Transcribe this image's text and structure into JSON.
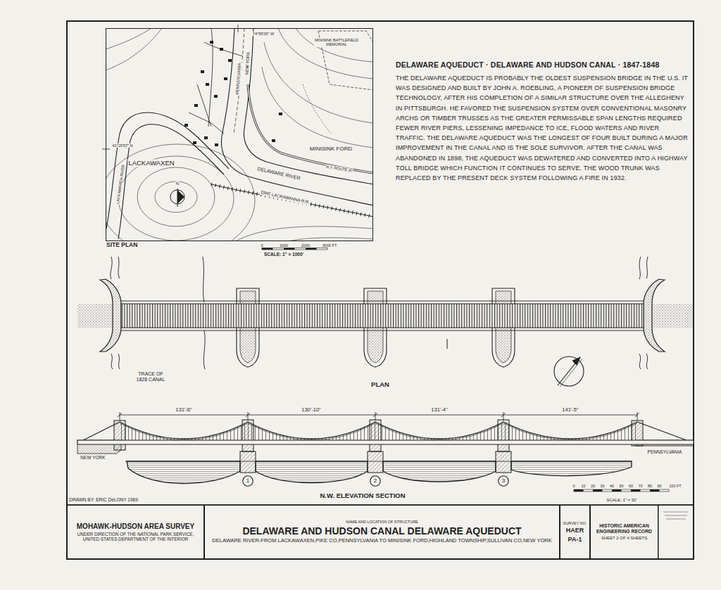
{
  "diagram": {
    "title": "DELAWARE AQUEDUCT · DELAWARE AND HUDSON CANAL · 1847-1848",
    "nodes": [
      {
        "text": [
          "SITE PLAN"
        ]
      },
      {
        "text": [
          "MOHAWK-HUDSON AREA SURVEY",
          "UNDER DIRECTION OF THE NATIONAL PARK SERVICE, UNITED STATES DEPARTMENT OF THE INTERIOR"
        ]
      },
      {
        "text": [
          "NAME AND LOCATION OF STRUCTURE",
          "DELAWARE AND HUDSON CANAL DELAWARE AQUEDUCT",
          "DELAWARE RIVER-FROM LACKAWAXEN,PIKE CO,PENNSYLVANIA TO MINISINK FORD,HIGHLAND TOWNSHIP,SULLIVAN CO,NEW YORK"
        ]
      },
      {
        "text": [
          "SURVEY NO.",
          "HAER",
          "PA-1"
        ]
      },
      {
        "text": [
          "HISTORIC AMERICAN ENGINEERING RECORD",
          "SHEET 2 OF 4 SHEETS"
        ]
      },
      {
        "text": [
          "1"
        ]
      },
      {
        "text": [
          "2"
        ]
      },
      {
        "text": [
          "3"
        ]
      }
    ],
    "labels": [
      "74°55'05\" W",
      "MINISINK BATTLEFIELD MEMORIAL",
      "PENNSYLVANIA",
      "NEW YORK",
      "41°29'57\" N",
      "MINISINK FORD",
      "LACKAWAXEN",
      "N",
      "DELAWARE RIVER",
      "N.Y. ROUTE 97",
      "ERIE LACKAWANNA R.R.",
      "LACKAWAXEN RIVER",
      "0",
      "1000",
      "2000",
      "3000 FT",
      "SCALE: 1\" = 1000'",
      "THE DELAWARE AQUEDUCT IS PROBABLY THE OLDEST SUSPENSION BRIDGE IN THE U.S. IT WAS DESIGNED AND BUILT BY JOHN A. ROEBLING, A PIONEER OF SUSPENSION BRIDGE TECHNOLOGY, AFTER HIS COMPLETION OF A SIMILAR STRUCTURE OVER THE ALLEGHENY IN PITTSBURGH. HE FAVORED THE SUSPENSION SYSTEM OVER CONVENTIONAL MASONRY ARCHS OR TIMBER TRUSSES AS THE GREATER PERMISSABLE SPAN LENGTHS REQUIRED FEWER RIVER PIERS, LESSENING IMPEDANCE TO ICE, FLOOD WATERS AND RIVER TRAFFIC. THE DELAWARE AQUEDUCT WAS THE LONGEST OF FOUR BUILT DURING A MAJOR IMPROVEMENT IN THE CANAL AND IS THE SOLE SURVIVOR. AFTER THE CANAL WAS ABANDONED IN 1898, THE AQUEDUCT WAS DEWATERED AND CONVERTED INTO A HIGHWAY TOLL BRIDGE WHICH FUNCTION IT CONTINUES TO SERVE. THE WOOD TRUNK WAS REPLACED BY THE PRESENT DECK SYSTEM FOLLOWING A FIRE IN 1932.",
      "TRACE OF 1828 CANAL",
      "PLAN",
      "131'-6\"",
      "130'-10\"",
      "131'-4\"",
      "141'-5\"",
      "NEW YORK",
      "PENNSYLVANIA",
      "N.W. ELEVATION SECTION",
      "0",
      "10",
      "20",
      "30",
      "40",
      "50",
      "60",
      "70",
      "80",
      "90",
      "100 FT",
      "SCALE: 1\" = 32'",
      "DRAWN BY: ERIC DeLONY 1969"
    ]
  }
}
